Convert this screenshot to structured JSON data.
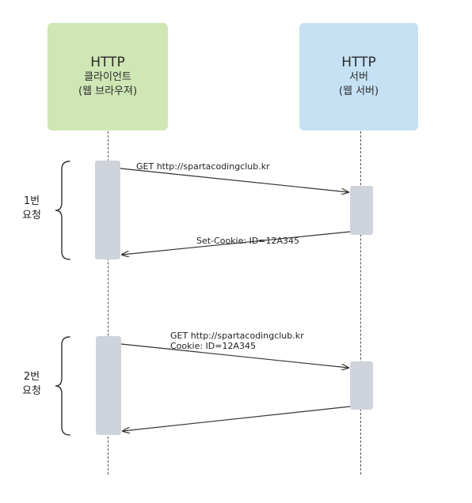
{
  "client": {
    "title": "HTTP",
    "name": "클라이언트",
    "detail": "(웹 브라우져)"
  },
  "server": {
    "title": "HTTP",
    "name": "서버",
    "detail": "(웹 서버)"
  },
  "exchange1": {
    "group_line1": "1번",
    "group_line2": "요청",
    "request": "GET http://spartacodingclub.kr",
    "response": "Set-Cookie: ID=12A345"
  },
  "exchange2": {
    "group_line1": "2번",
    "group_line2": "요청",
    "request_line1": "GET http://spartacodingclub.kr",
    "request_line2": "Cookie: ID=12A345",
    "response": ""
  },
  "colors": {
    "client_box": "#cfe6b5",
    "server_box": "#c6e1f4",
    "activation": "#cfd3db",
    "line": "#333333"
  }
}
